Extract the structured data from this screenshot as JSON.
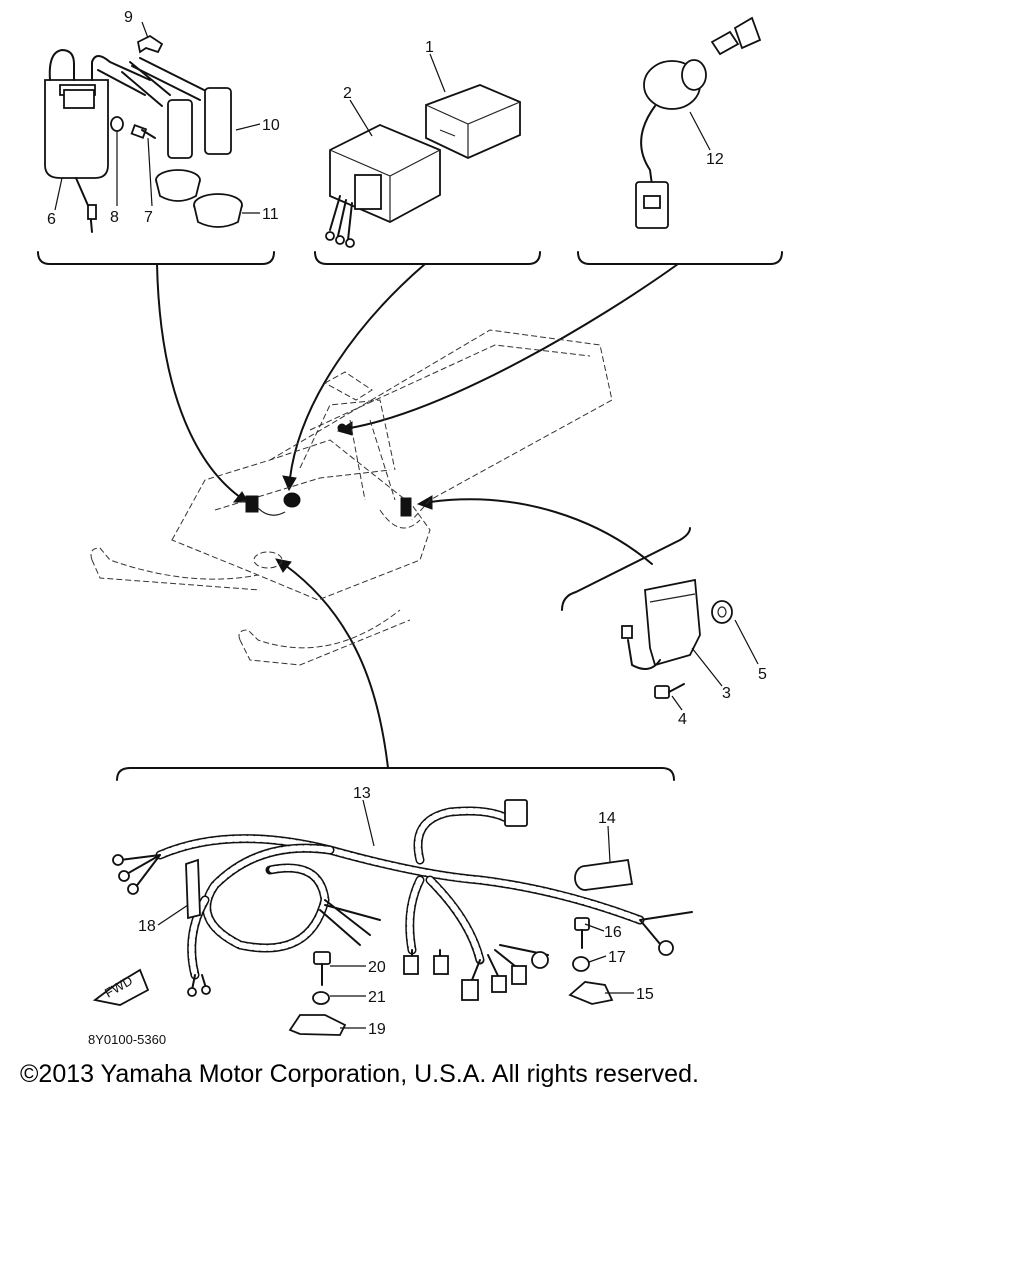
{
  "diagram": {
    "part_numbers": [
      "1",
      "2",
      "3",
      "4",
      "5",
      "6",
      "7",
      "8",
      "9",
      "10",
      "11",
      "12",
      "13",
      "14",
      "15",
      "16",
      "17",
      "18",
      "19",
      "20",
      "21"
    ],
    "drawing_code": "8Y0100-5360",
    "fwd_label": "FWD",
    "copyright": "©2013 Yamaha Motor Corporation, U.S.A. All rights reserved."
  }
}
